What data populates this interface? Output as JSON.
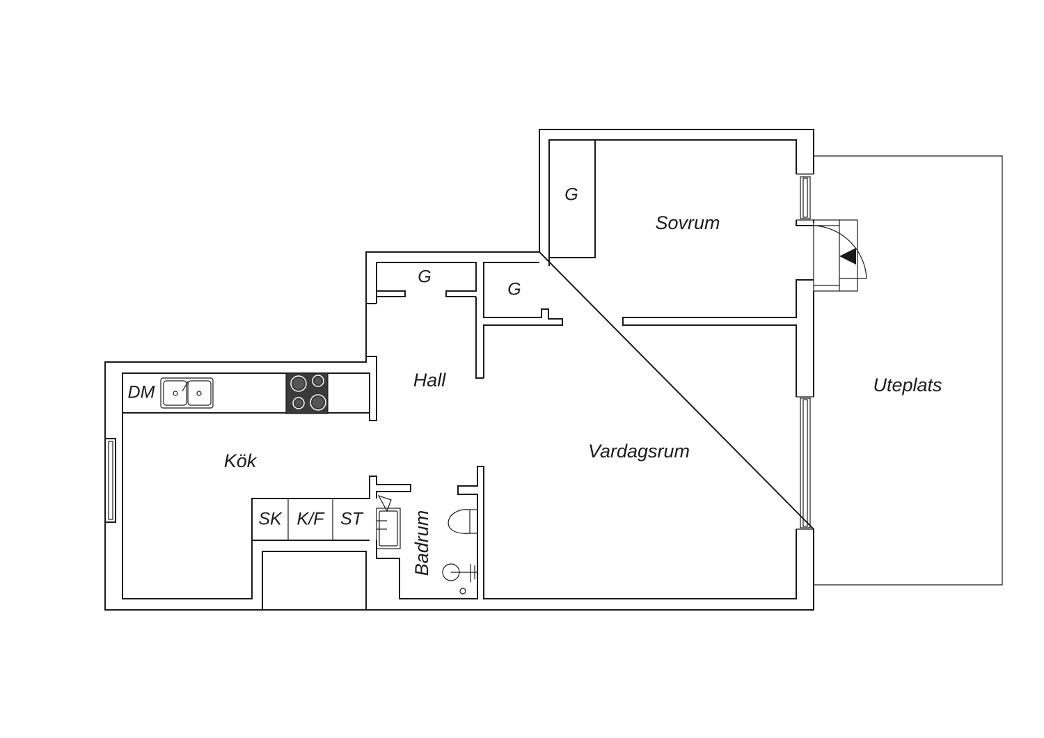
{
  "rooms": {
    "sovrum": "Sovrum",
    "hall": "Hall",
    "kok": "Kök",
    "vardagsrum": "Vardagsrum",
    "badrum": "Badrum",
    "uteplats": "Uteplats"
  },
  "storage": {
    "closet_bedroom": "G",
    "closet_hall_left": "G",
    "closet_hall_right": "G"
  },
  "appliances": {
    "dishwasher": "DM",
    "cabinet_sk": "SK",
    "fridge_freezer": "K/F",
    "cabinet_st": "ST"
  },
  "colors": {
    "wall": "#1a1a1a",
    "stove": "#3a3a3a",
    "background": "#ffffff"
  }
}
